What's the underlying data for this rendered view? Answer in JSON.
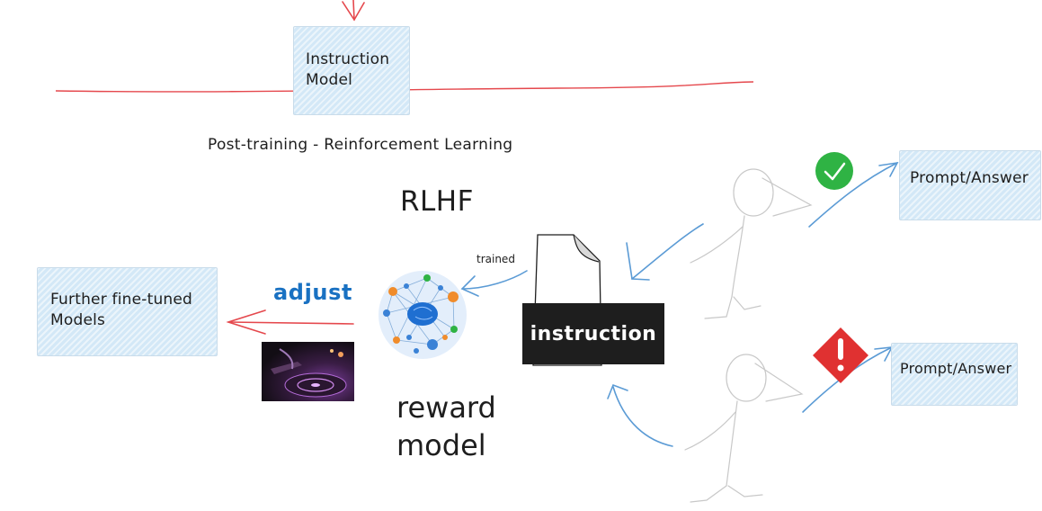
{
  "diagram": {
    "top_box": {
      "line1": "Instruction",
      "line2": "Model"
    },
    "stage_title": "Post-training - Reinforcement Learning",
    "method": "RLHF",
    "left_box": {
      "line1": "Further fine-tuned",
      "line2": "Models"
    },
    "adjust_label": "adjust",
    "trained_label": "trained",
    "instruction_label": "instruction",
    "reward_label": {
      "line1": "reward",
      "line2": "model"
    },
    "prompt_answer_top": "Prompt/Answer",
    "prompt_answer_bottom": "Prompt/Answer"
  },
  "colors": {
    "box_fill": "#d3e8f7",
    "arrow_blue": "#5b9bd5",
    "arrow_red": "#e5484d",
    "adjust_text": "#1971c2",
    "check_green": "#2fb344",
    "warning_red": "#e03131",
    "dark_box": "#1e1e1e"
  },
  "icons": {
    "approve": "check-circle-icon",
    "reject": "warning-diamond-icon",
    "reward_model": "brain-network-icon",
    "document": "document-icon",
    "person": "stick-figure-icon"
  }
}
